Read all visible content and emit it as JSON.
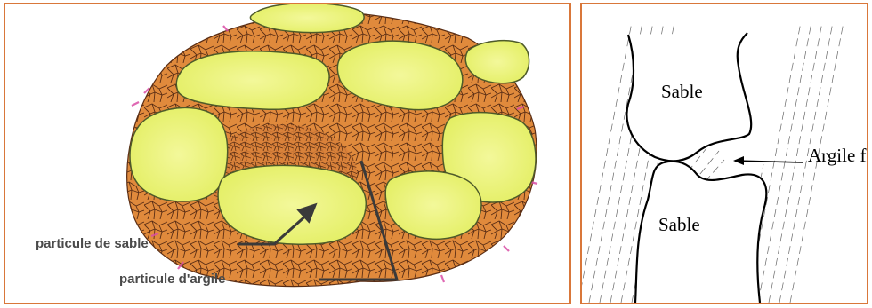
{
  "left_figure": {
    "labels": {
      "sand_particle": "particule de sable",
      "clay_particle": "particule d'argile"
    },
    "colors": {
      "sand": "#eef57e",
      "sand_edge": "#4e5a2a",
      "clay": "#e08a3c",
      "clay_cracks": "#5a2d14",
      "pink_fringe": "#d94ea6",
      "frame": "#d9773a"
    }
  },
  "right_figure": {
    "labels": {
      "sand_top": "Sable",
      "sand_bottom": "Sable",
      "flocculated_clay": "Argile floculée"
    }
  }
}
